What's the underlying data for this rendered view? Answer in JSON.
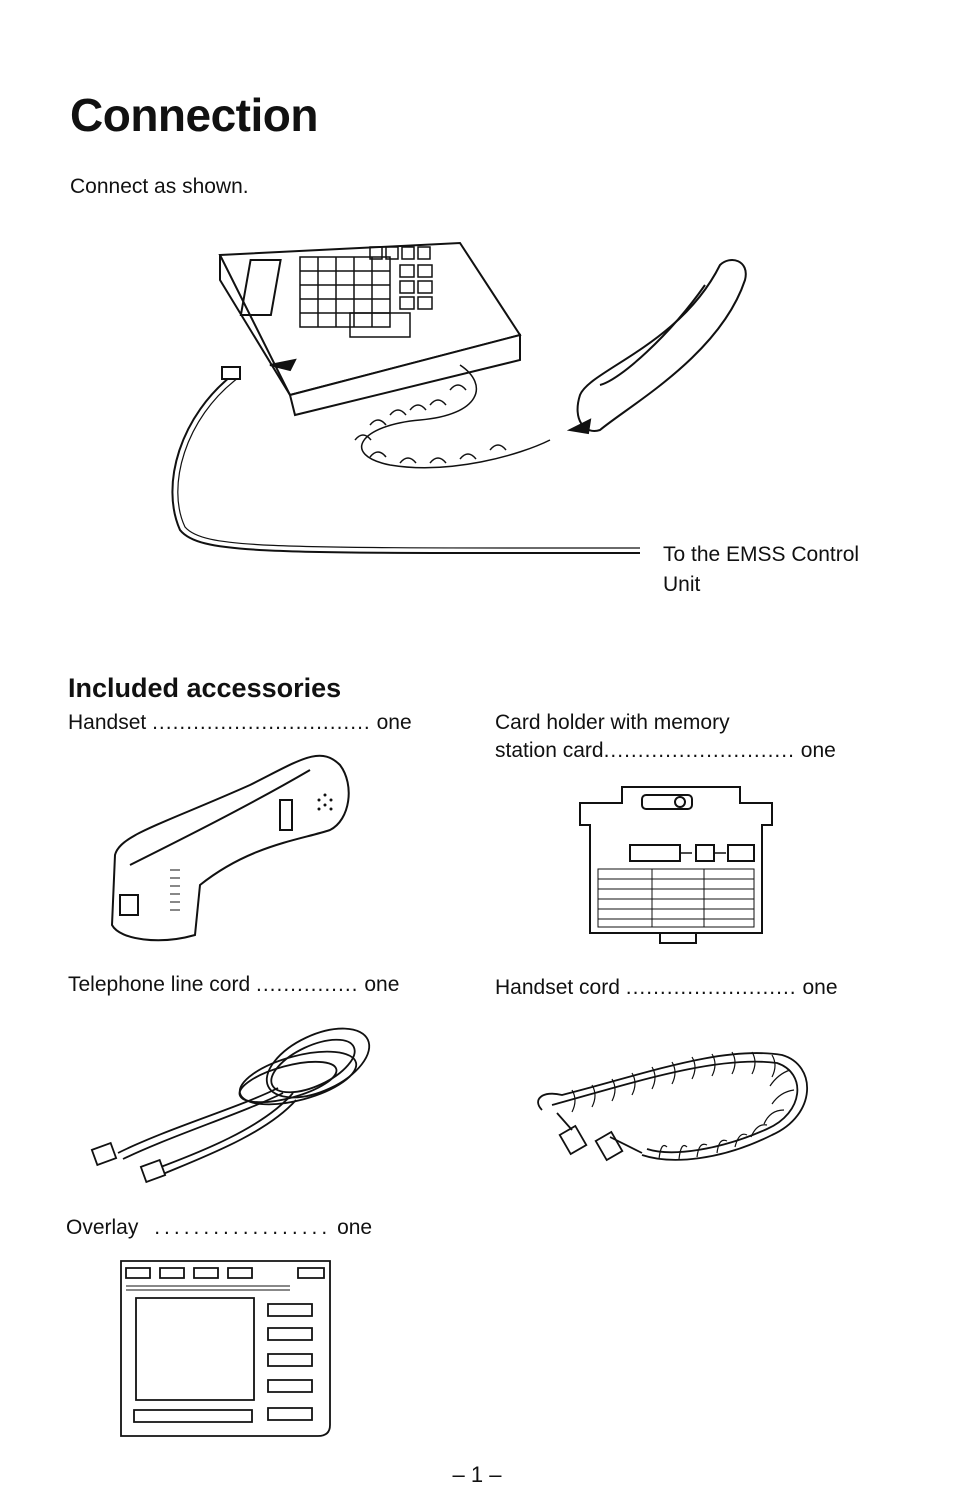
{
  "title": "Connection",
  "intro": "Connect as shown.",
  "connection": {
    "line1": "To the EMSS Control",
    "line2": "Unit"
  },
  "accessories": {
    "heading": "Included accessories",
    "items": [
      {
        "label": "Handset",
        "dots": "................................",
        "qty": "one"
      },
      {
        "label": "Card holder with memory",
        "label2": "station card",
        "dots": "............................",
        "qty": "one"
      },
      {
        "label": "Telephone line cord",
        "dots": "...............",
        "qty": "one"
      },
      {
        "label": "Handset cord",
        "dots": ".........................",
        "qty": "one"
      },
      {
        "label": "Overlay",
        "dots": "..................",
        "qty": "one"
      }
    ]
  },
  "page_number": "– 1 –"
}
